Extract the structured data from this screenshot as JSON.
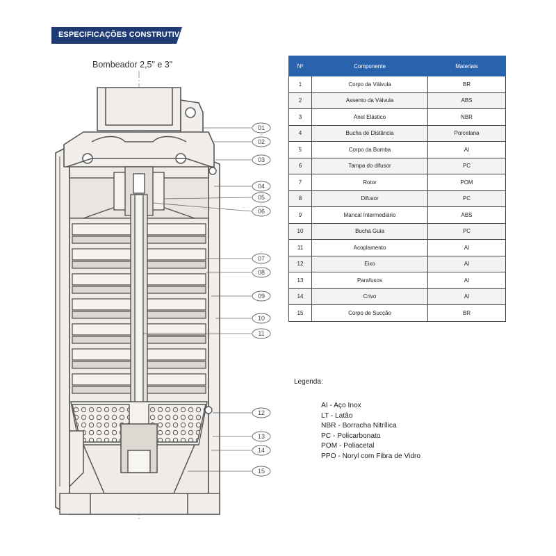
{
  "header": {
    "banner": "ESPECIFICAÇÕES CONSTRUTIVAS",
    "subtitle": "Bombeador 2,5\" e 3\""
  },
  "colors": {
    "banner_bg": "#1f3b74",
    "table_header_bg": "#2a63ad",
    "drawing_fill": "#f1eeeb",
    "line": "#555555"
  },
  "callouts": [
    "01",
    "02",
    "03",
    "04",
    "05",
    "06",
    "07",
    "08",
    "09",
    "10",
    "11",
    "12",
    "13",
    "14",
    "15"
  ],
  "table": {
    "headers": [
      "Nº",
      "Componente",
      "Materiais"
    ],
    "rows": [
      [
        "1",
        "Corpo da Válvula",
        "BR"
      ],
      [
        "2",
        "Assento da Válvula",
        "ABS"
      ],
      [
        "3",
        "Anel Elástico",
        "NBR"
      ],
      [
        "4",
        "Bucha de Distância",
        "Porcelana"
      ],
      [
        "5",
        "Corpo da Bomba",
        "AI"
      ],
      [
        "6",
        "Tampa do difusor",
        "PC"
      ],
      [
        "7",
        "Rotor",
        "POM"
      ],
      [
        "8",
        "Difusor",
        "PC"
      ],
      [
        "9",
        "Mancal Intermediário",
        "ABS"
      ],
      [
        "10",
        "Bucha Guia",
        "PC"
      ],
      [
        "11",
        "Acoplamento",
        "AI"
      ],
      [
        "12",
        "Eixo",
        "AI"
      ],
      [
        "13",
        "Parafusos",
        "AI"
      ],
      [
        "14",
        "Crivo",
        "AI"
      ],
      [
        "15",
        "Corpo de Sucção",
        "BR"
      ]
    ]
  },
  "legend": {
    "title": "Legenda:",
    "items": [
      "AI - Aço Inox",
      "LT - Latão",
      "NBR - Borracha Nitrílica",
      "PC - Policarbonato",
      "POM - Poliacetal",
      "PPO - Noryl com Fibra de Vidro"
    ]
  }
}
